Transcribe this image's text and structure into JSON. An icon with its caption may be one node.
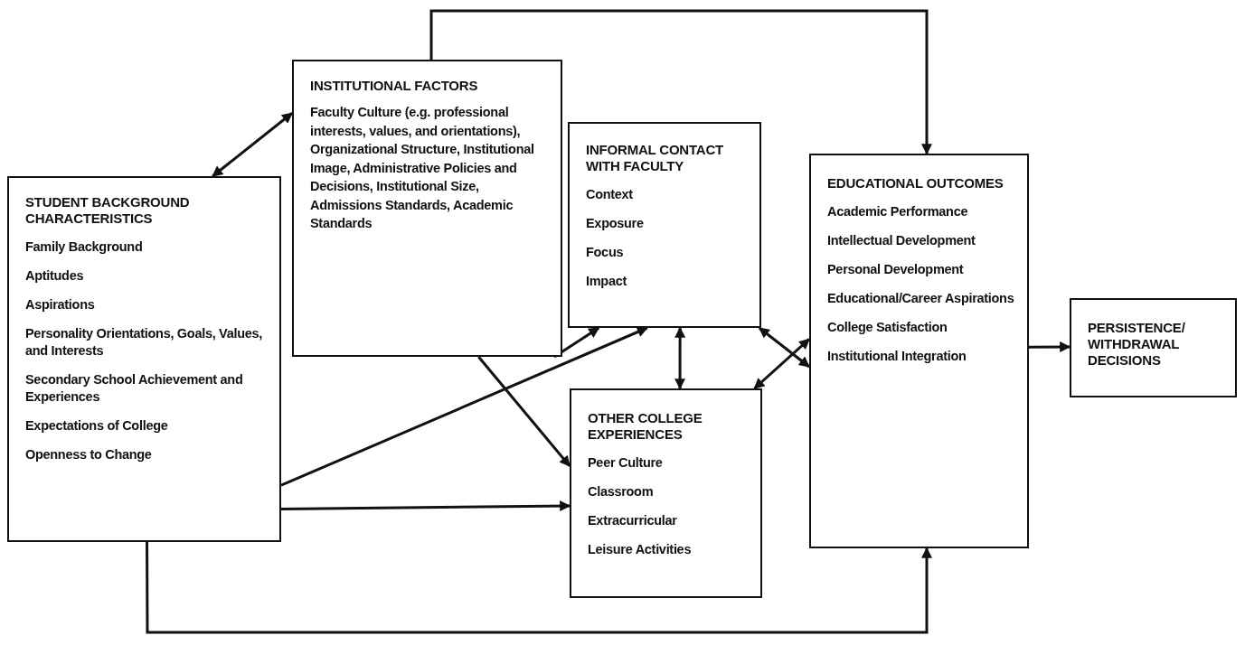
{
  "diagram": {
    "nodes": [
      {
        "text": [
          "STUDENT BACKGROUND CHARACTERISTICS",
          "Family Background",
          "Aptitudes",
          "Aspirations",
          "Personality Orientations, Goals, Values, and Interests",
          "Secondary School Achievement and Experiences",
          "Expectations of College",
          "Openness to Change"
        ]
      },
      {
        "text": [
          "INSTITUTIONAL FACTORS",
          "Faculty Culture (e.g. professional interests, values, and orientations), Organizational Structure, Institutional Image, Administrative Policies and Decisions, Institutional Size, Admissions Standards, Academic Standards"
        ]
      },
      {
        "text": [
          "INFORMAL CONTACT WITH FACULTY",
          "Context",
          "Exposure",
          "Focus",
          "Impact"
        ]
      },
      {
        "text": [
          "OTHER COLLEGE EXPERIENCES",
          "Peer Culture",
          "Classroom",
          "Extracurricular",
          "Leisure Activities"
        ]
      },
      {
        "text": [
          "EDUCATIONAL OUTCOMES",
          "Academic Performance",
          "Intellectual Development",
          "Personal Development",
          "Educational/Career Aspirations",
          "College Satisfaction",
          "Institutional Integration"
        ]
      },
      {
        "text": [
          "PERSISTENCE/ WITHDRAWAL DECISIONS"
        ]
      }
    ],
    "edges": [
      {
        "from": 0,
        "to": 1,
        "arrow": "both"
      },
      {
        "from": 1,
        "to": 4,
        "arrow": "to"
      },
      {
        "from": 1,
        "to": 2,
        "arrow": "to"
      },
      {
        "from": 1,
        "to": 3,
        "arrow": "to"
      },
      {
        "from": 0,
        "to": 2,
        "arrow": "to"
      },
      {
        "from": 0,
        "to": 3,
        "arrow": "to"
      },
      {
        "from": 0,
        "to": 4,
        "arrow": "to"
      },
      {
        "from": 2,
        "to": 3,
        "arrow": "both"
      },
      {
        "from": 2,
        "to": 4,
        "arrow": "both"
      },
      {
        "from": 4,
        "to": 3,
        "arrow": "both"
      },
      {
        "from": 4,
        "to": 5,
        "arrow": "to"
      }
    ]
  }
}
